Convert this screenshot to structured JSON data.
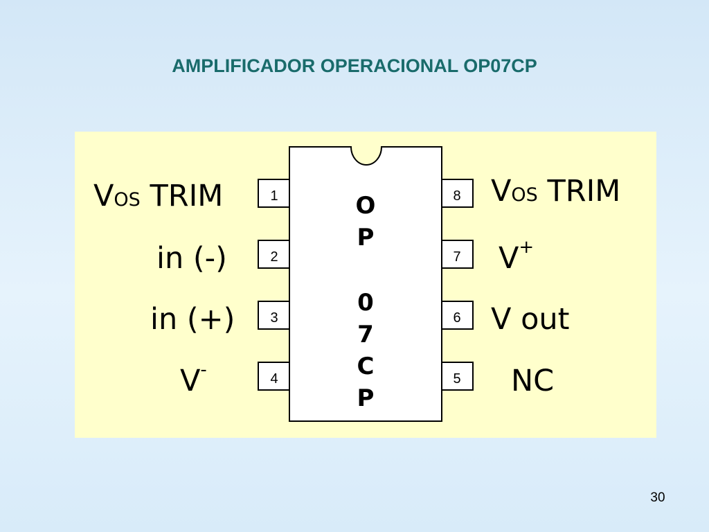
{
  "title": "AMPLIFICADOR OPERACIONAL OP07CP",
  "slide_number": "30",
  "chip": {
    "marking_chars": [
      "O",
      "P",
      "0",
      "7",
      "C",
      "P"
    ],
    "pins": [
      {
        "number": "1"
      },
      {
        "number": "2"
      },
      {
        "number": "3"
      },
      {
        "number": "4"
      },
      {
        "number": "5"
      },
      {
        "number": "6"
      },
      {
        "number": "7"
      },
      {
        "number": "8"
      }
    ]
  },
  "labels": {
    "pin1": {
      "main": "V",
      "sub": "OS",
      "rest": " TRIM"
    },
    "pin2": {
      "text": "in (-)"
    },
    "pin3": {
      "text": "in (+)"
    },
    "pin4": {
      "main": "V",
      "sup": "-"
    },
    "pin8": {
      "main": "V",
      "sub": "OS",
      "rest": " TRIM"
    },
    "pin7": {
      "main": "V",
      "sup": "+"
    },
    "pin6": {
      "text": "V out"
    },
    "pin5": {
      "text": "NC"
    }
  },
  "colors": {
    "title": "#196b6b",
    "panel": "#ffffcc",
    "background": "#dcedfa"
  }
}
